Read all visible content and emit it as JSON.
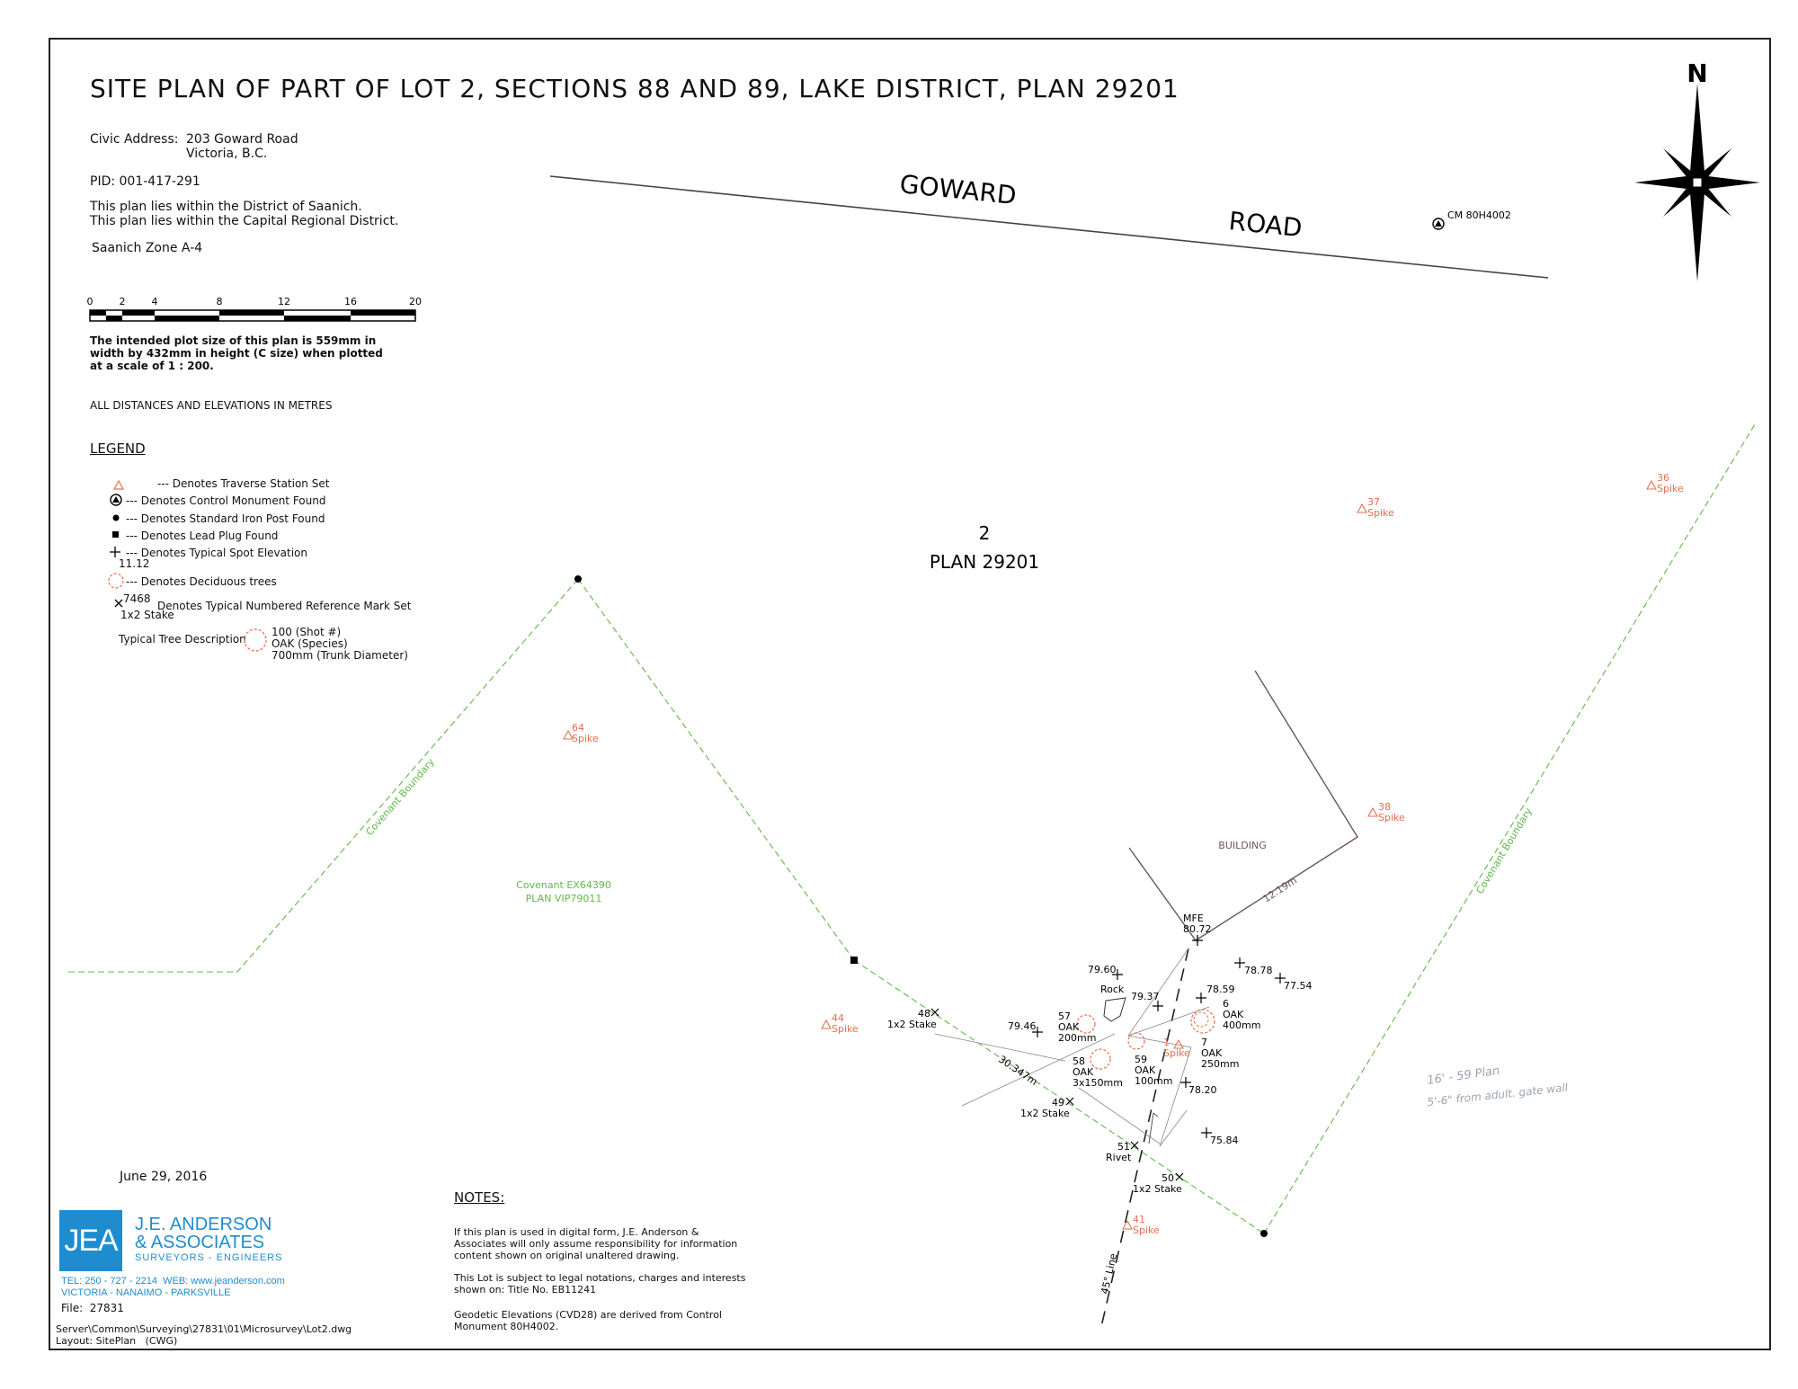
{
  "title": "SITE PLAN OF PART OF LOT 2, SECTIONS 88 AND 89, LAKE DISTRICT, PLAN 29201",
  "civic_address_label": "Civic Address:",
  "civic_address_line1": "203 Goward Road",
  "civic_address_line2": "Victoria, B.C.",
  "pid": "PID: 001-417-291",
  "jurisdiction_line1": "This plan lies within the District of Saanich.",
  "jurisdiction_line2": "This plan lies within the Capital Regional District.",
  "zone": "Saanich Zone A-4",
  "scale_bar": {
    "ticks": [
      "0",
      "2",
      "4",
      "8",
      "12",
      "16",
      "20"
    ]
  },
  "plot_size_note_1": "The intended plot size of this plan is 559mm in",
  "plot_size_note_2": "width by 432mm in height (C size) when plotted",
  "plot_size_note_3": "at a scale of 1 : 200.",
  "units_note": "ALL DISTANCES AND ELEVATIONS IN METRES",
  "legend": {
    "heading": "LEGEND",
    "items": [
      "--- Denotes Traverse Station Set",
      "--- Denotes Control Monument Found",
      "--- Denotes Standard Iron Post Found",
      "--- Denotes Lead Plug Found",
      "--- Denotes Typical Spot Elevation",
      "--- Denotes Deciduous trees",
      "Denotes Typical Numbered Reference Mark Set"
    ],
    "spot_example": "11.12",
    "ref_example_top": "7468",
    "ref_example_bottom": "1x2 Stake",
    "tree_desc_label": "Typical Tree Description",
    "tree_desc_lines": [
      "100 (Shot #)",
      "OAK (Species)",
      "700mm (Trunk Diameter)"
    ]
  },
  "map": {
    "road_word1": "GOWARD",
    "road_word2": "ROAD",
    "cm_label": "CM 80H4002",
    "north": "N",
    "lot_number": "2",
    "lot_plan": "PLAN 29201",
    "covenant_line1": "Covenant EX64390",
    "covenant_line2": "PLAN VIP79011",
    "covenant_boundary": "Covenant Boundary",
    "building": "BUILDING",
    "building_dim": "12.19m",
    "mfe_label": "MFE",
    "mfe_value": "80.72",
    "dist_label": "30.347m",
    "line45": "45° Line",
    "rock": "Rock",
    "spike": "Spike",
    "stations": [
      "64",
      "36",
      "37",
      "38",
      "44",
      "1",
      "41"
    ],
    "elevations": [
      "79.60",
      "79.37",
      "78.59",
      "78.78",
      "77.54",
      "79.46",
      "78.20",
      "75.84"
    ],
    "refs": [
      "48",
      "49",
      "50",
      "51"
    ],
    "ref_desc": "1x2 Stake",
    "rivet": "Rivet",
    "trees": [
      {
        "shot": "57",
        "species": "OAK",
        "size": "200mm"
      },
      {
        "shot": "58",
        "species": "OAK",
        "size": "3x150mm"
      },
      {
        "shot": "59",
        "species": "OAK",
        "size": "100mm"
      },
      {
        "shot": "6",
        "species": "OAK",
        "size": "400mm"
      },
      {
        "shot": "7",
        "species": "OAK",
        "size": "250mm"
      }
    ],
    "handwritten_1": "16' - 59 Plan",
    "handwritten_2": "5'-6\" from adult. gate wall"
  },
  "notes": {
    "heading": "NOTES:",
    "n1_l1": "If this plan is used in digital form, J.E. Anderson &",
    "n1_l2": "Associates will only assume responsibility for information",
    "n1_l3": "content shown on original unaltered drawing.",
    "n2_l1": "This Lot is subject to legal notations, charges and interests",
    "n2_l2": "shown on: Title No. EB11241",
    "n3_l1": "Geodetic Elevations (CVD28) are derived from Control",
    "n3_l2": "Monument 80H4002."
  },
  "date": "June 29, 2016",
  "firm": {
    "logo": "JEA",
    "name_line1": "J.E. ANDERSON",
    "name_line2": "& ASSOCIATES",
    "sub": "SURVEYORS - ENGINEERS",
    "contact_line1": "TEL: 250 - 727 - 2214  WEB: www.jeanderson.com",
    "contact_line2": "VICTORIA - NANAIMO - PARKSVILLE",
    "file": "File:  27831"
  },
  "path_line": "Server\\Common\\Surveying\\27831\\01\\Microsurvey\\Lot2.dwg",
  "layout_line": "Layout: SitePlan   (CWG)",
  "colors": {
    "green": "#62b84c",
    "red": "#e2704e",
    "blue": "#1f8ccf",
    "building": "#6b5563"
  }
}
